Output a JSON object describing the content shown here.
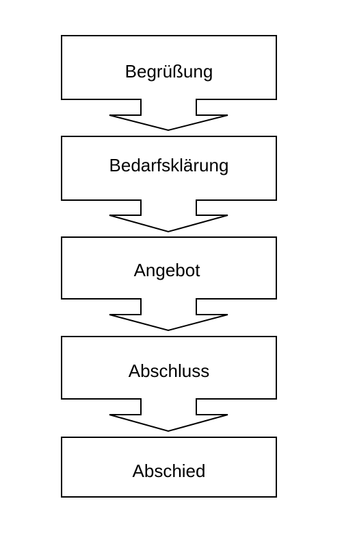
{
  "colors": {
    "background": "#ffffff",
    "stroke": "#000000"
  },
  "steps": [
    {
      "label": "Begrüßung"
    },
    {
      "label": "Bedarfsklärung"
    },
    {
      "label": "Angebot"
    },
    {
      "label": "Abschluss"
    },
    {
      "label": "Abschied"
    }
  ]
}
